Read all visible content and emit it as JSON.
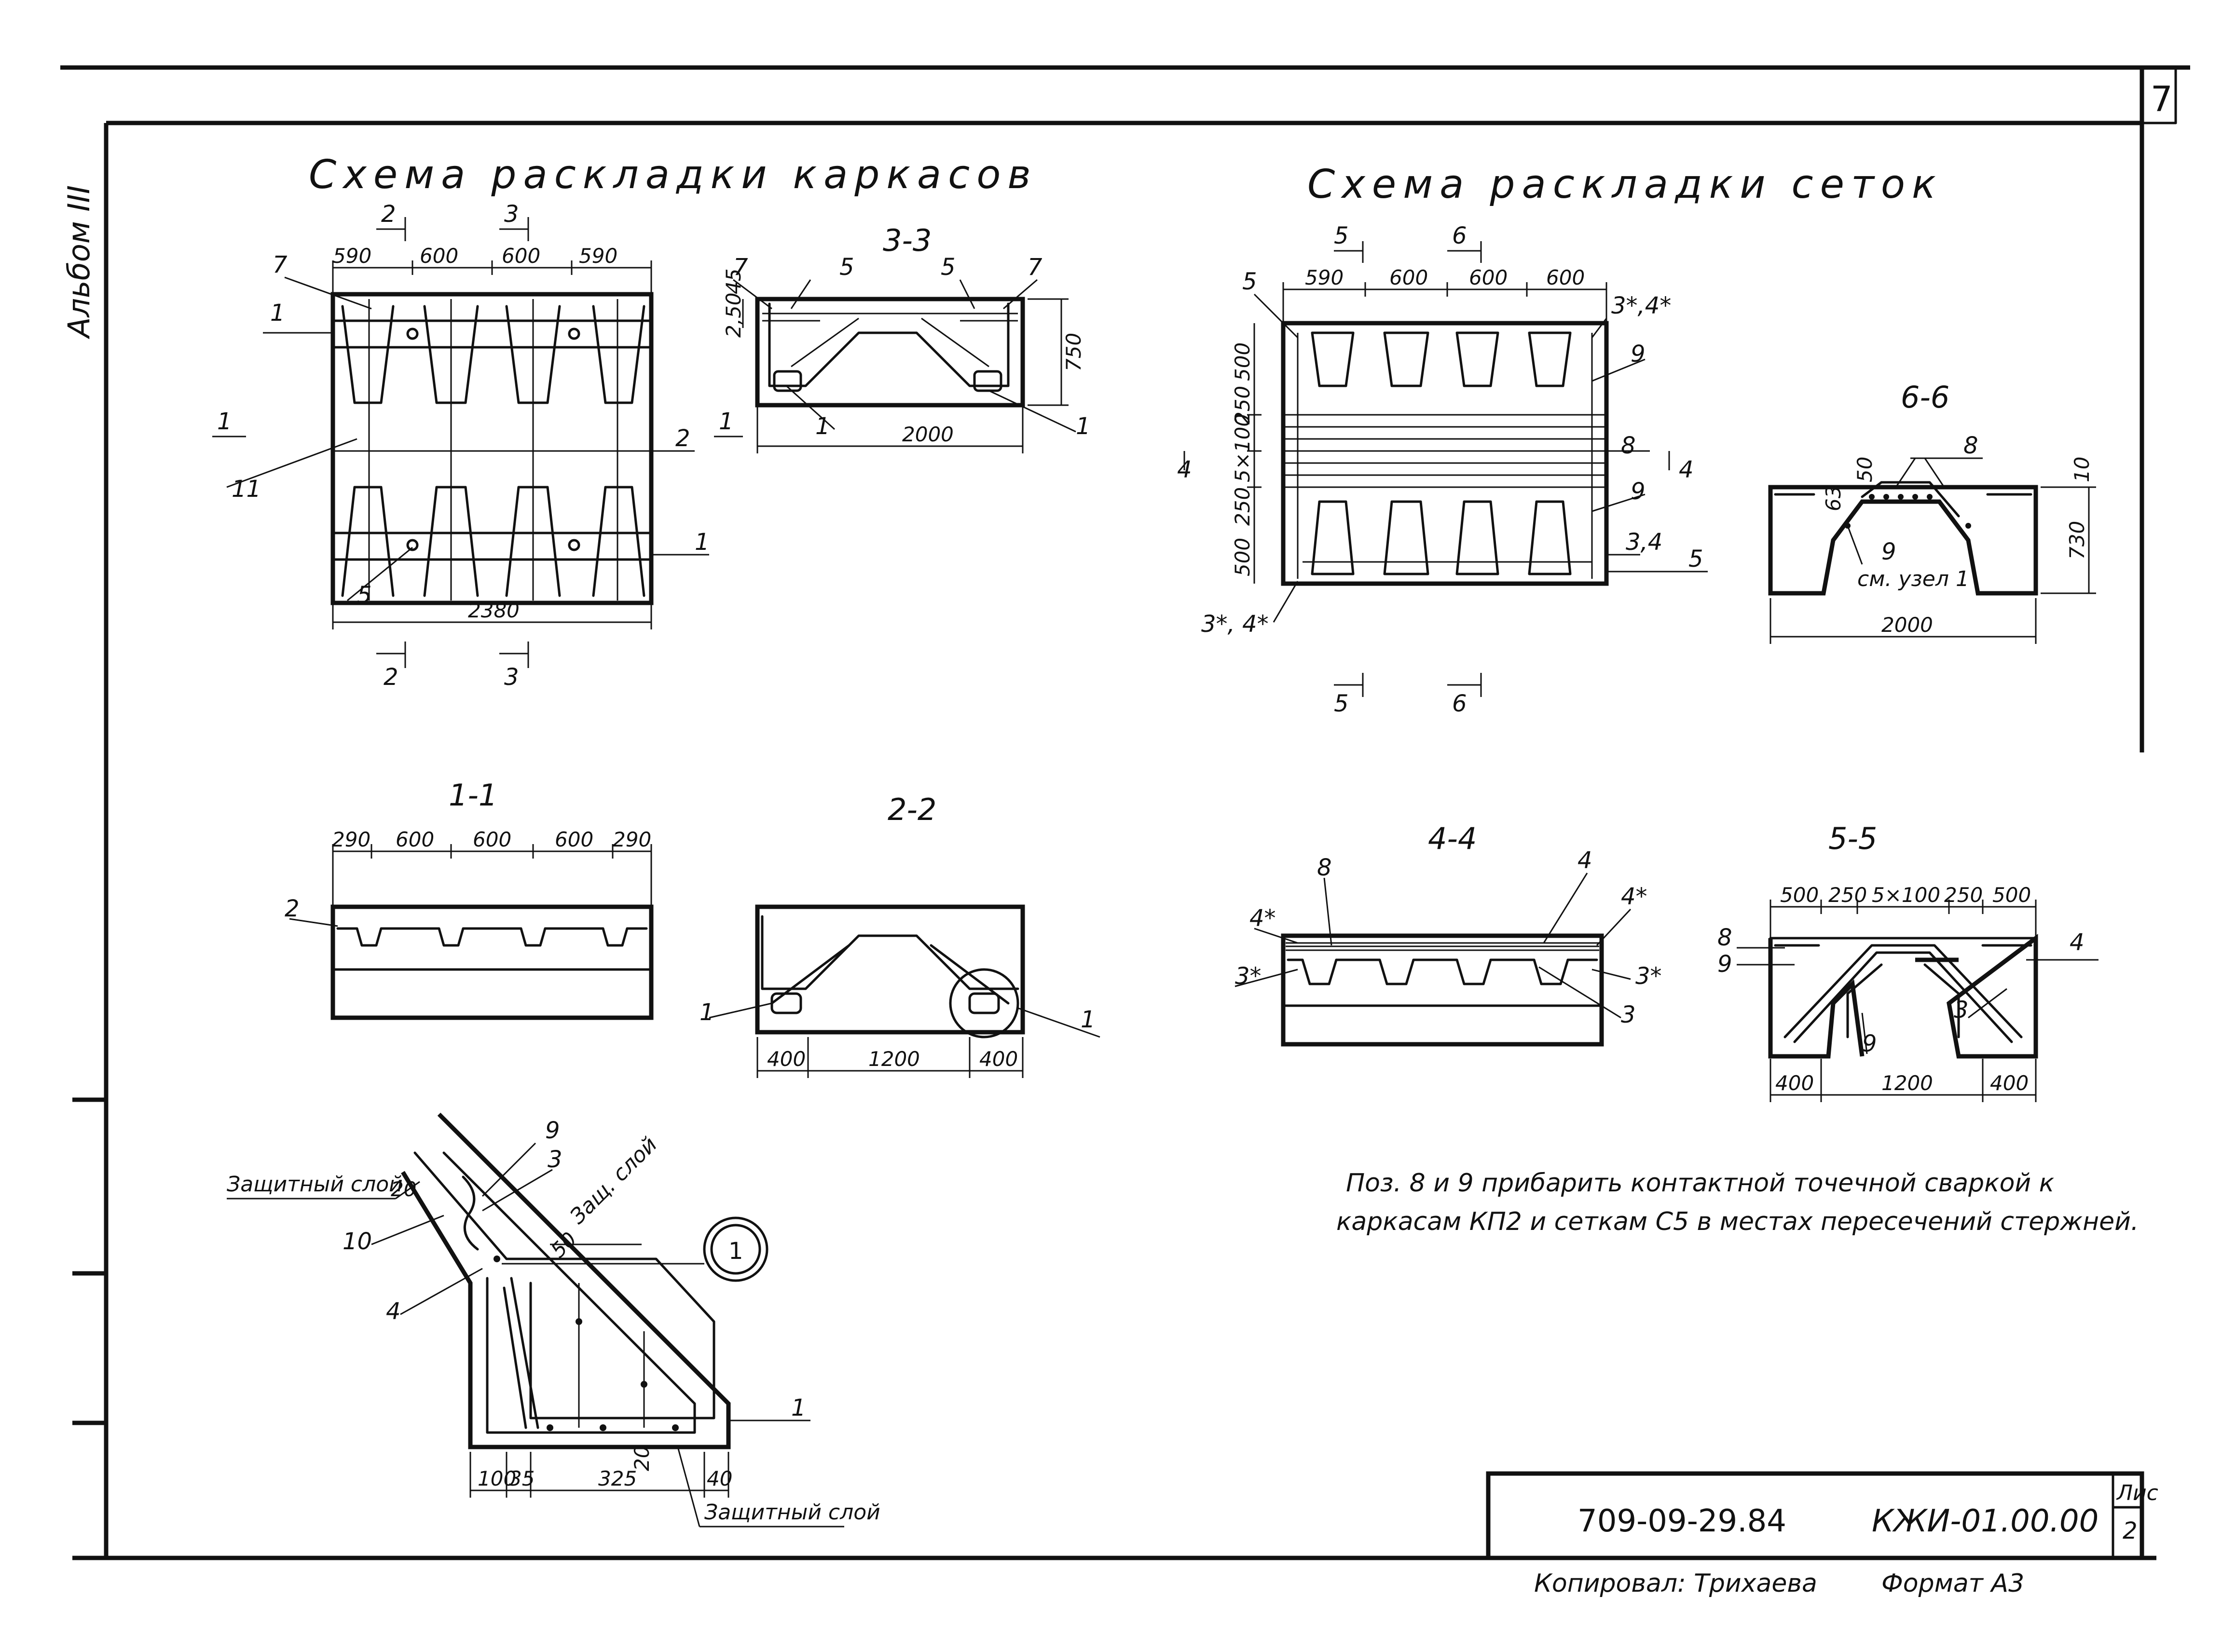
{
  "sheet": {
    "page_number": "7",
    "album": "Альбом III",
    "designation": "709-09-29.84",
    "code": "КЖИ-01.00.00",
    "sheet_label": "Лис",
    "sheet_no": "2",
    "copied_by": "Копировал: Трихаева",
    "format": "Формат А3"
  },
  "frames_scheme": {
    "title": "Схема раскладки каркасов",
    "dims_top": [
      "590",
      "600",
      "600",
      "590"
    ],
    "overall": "2380",
    "cut_marks": [
      "2",
      "3",
      "2",
      "3",
      "1",
      "1"
    ],
    "callouts": [
      "7",
      "1",
      "11",
      "2",
      "1",
      "5"
    ]
  },
  "section_3_3": {
    "title": "3-3",
    "dims": [
      "2,50",
      "45",
      "750",
      "2000"
    ],
    "callouts": [
      "7",
      "5",
      "5",
      "7",
      "1",
      "1"
    ]
  },
  "section_1_1": {
    "title": "1-1",
    "dims": [
      "290",
      "600",
      "600",
      "600",
      "290"
    ],
    "callouts": [
      "2"
    ]
  },
  "section_2_2": {
    "title": "2-2",
    "dims": [
      "400",
      "1200",
      "400"
    ],
    "callouts": [
      "1",
      "1"
    ]
  },
  "mesh_scheme": {
    "title": "Схема раскладки сеток",
    "dims_top": [
      "590",
      "600",
      "600",
      "600"
    ],
    "dims_left": [
      "500",
      "250",
      "5×100",
      "250",
      "500"
    ],
    "cut_marks": [
      "5",
      "6",
      "4",
      "4",
      "5",
      "6"
    ],
    "callouts": [
      "5",
      "3*,4*",
      "9",
      "8",
      "9",
      "3,4",
      "5",
      "3*, 4*"
    ]
  },
  "section_6_6": {
    "title": "6-6",
    "dims": [
      "50",
      "63",
      "10",
      "730",
      "2000"
    ],
    "callouts": [
      "8",
      "9",
      "см. узел 1"
    ]
  },
  "section_4_4": {
    "title": "4-4",
    "callouts": [
      "4*",
      "8",
      "4",
      "4*",
      "3*",
      "3*",
      "3"
    ]
  },
  "section_5_5": {
    "title": "5-5",
    "dims_top": [
      "500",
      "250",
      "5×100",
      "250",
      "500"
    ],
    "dims_bottom": [
      "400",
      "1200",
      "400"
    ],
    "callouts": [
      "8",
      "9",
      "4",
      "3",
      "9"
    ]
  },
  "node_1": {
    "marker": "1",
    "callouts": [
      "9",
      "3",
      "10",
      "4",
      "1"
    ],
    "protective_layer": "Защитный слой",
    "protective_layer_short": "Защ. слой",
    "dims": [
      "50",
      "20",
      "20",
      "100",
      "35",
      "325",
      "40"
    ]
  },
  "note": {
    "line1": "Поз. 8 и 9 прибарить контактной точечной сваркой к",
    "line2": "каркасам КП2 и сеткам С5 в местах пересечений стержней."
  }
}
